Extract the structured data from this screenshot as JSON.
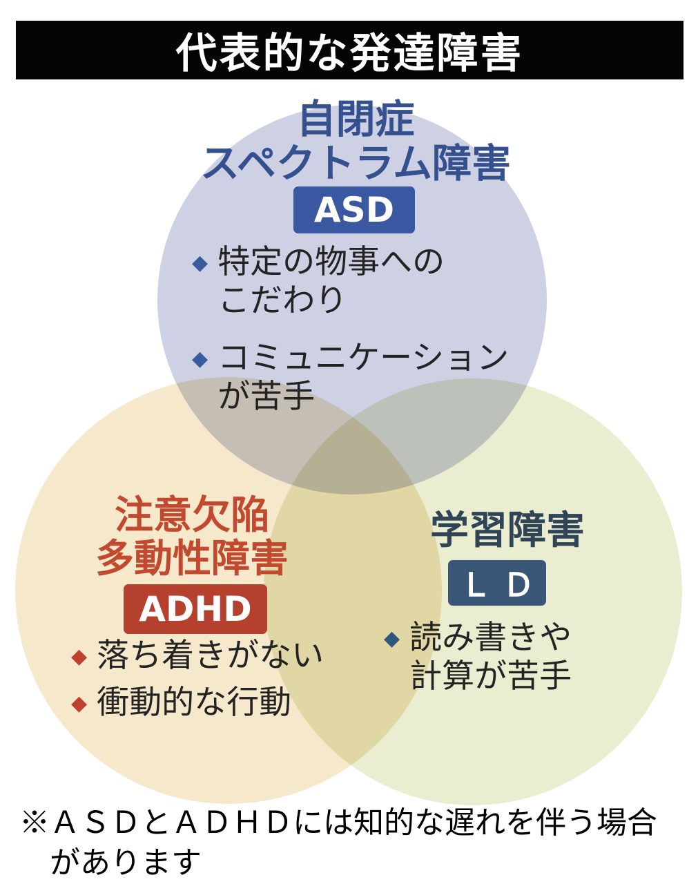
{
  "title": "代表的な発達障害",
  "bullet_icon": "◆",
  "venn": {
    "asd": {
      "heading": "自閉症\nスペクトラム障害",
      "abbr": "ASD",
      "bullets": [
        "特定の物事への\nこだわり",
        "コミュニケーション\nが苦手"
      ],
      "circle_color": "#cdd1e3",
      "heading_color": "#35508e",
      "badge_color": "#3a57a2",
      "bullet_color": "#3a5a9e"
    },
    "adhd": {
      "heading": "注意欠陥\n多動性障害",
      "abbr": "ADHD",
      "bullets": [
        "落ち着きがない",
        "衝動的な行動"
      ],
      "circle_color": "#f6e8cb",
      "heading_color": "#c1492f",
      "badge_color": "#b5402d",
      "bullet_color": "#c0402e"
    },
    "ld": {
      "heading": "学習障害",
      "abbr": "Ｌ Ｄ",
      "bullets": [
        "読み書きや\n計算が苦手"
      ],
      "circle_color": "#eaedd0",
      "heading_color": "#2f4456",
      "badge_color": "#3a5677",
      "bullet_color": "#2e567e"
    }
  },
  "footnote": "※ＡＳＤとＡＤＨＤには知的な遅れを伴う場合\n　があります",
  "colors": {
    "background": "#ffffff",
    "title_bar": "#050505",
    "title_text": "#ffffff",
    "body_text": "#232323"
  }
}
